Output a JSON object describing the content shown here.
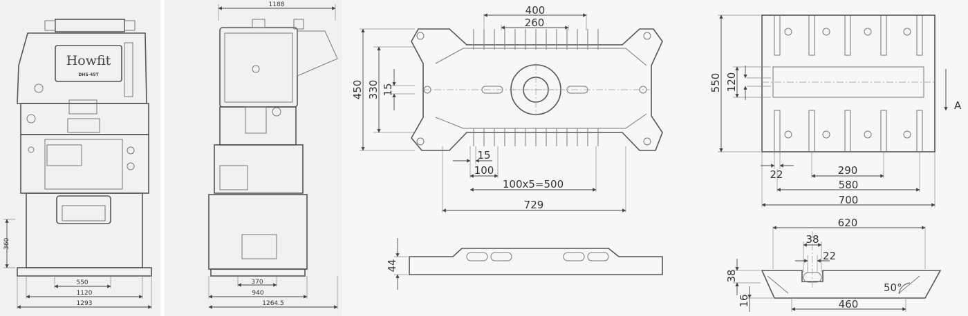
{
  "press_front_view": {
    "brand": "Howfit",
    "model": "DHS-45T",
    "dims": {
      "height": "360",
      "inner_width": "550",
      "bed_width": "1120",
      "overall_width": "1293"
    }
  },
  "press_side_view": {
    "dims": {
      "top_width": "1188",
      "base_inner": "370",
      "base_width": "940",
      "overall_depth": "1264.5"
    }
  },
  "bolster_top_view": {
    "dims": {
      "top_outer": "400",
      "top_inner": "260",
      "height_outer": "450",
      "height_mid": "330",
      "slot_width": "15",
      "bottom_slot": "15",
      "pitch_first": "100",
      "pitch_total": "100x5=500",
      "overall": "729"
    }
  },
  "bolster_side_view": {
    "dims": {
      "thickness": "44"
    }
  },
  "ram_bottom_view": {
    "dims": {
      "height": "550",
      "slot_band": "120",
      "edge": "22",
      "inner": "290",
      "mid": "580",
      "overall": "700"
    },
    "marker": "A"
  },
  "ram_section_view": {
    "dims": {
      "top": "620",
      "slot_outer": "38",
      "slot_inner": "22",
      "depth": "38",
      "base": "16",
      "bottom": "460",
      "angle": "50°"
    }
  }
}
